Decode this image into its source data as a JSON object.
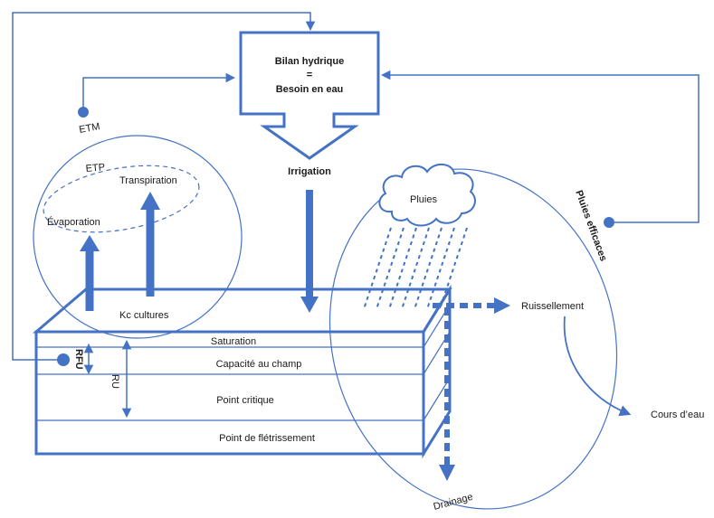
{
  "colors": {
    "line": "#4472C4",
    "text": "#1a1a1a",
    "background": "#ffffff"
  },
  "labels": {
    "bilan_title": "Bilan hydrique",
    "bilan_eq": "=",
    "bilan_sub": "Besoin en eau",
    "etm": "ETM",
    "irrigation": "Irrigation",
    "etp": "ETP",
    "transpiration": "Transpiration",
    "evaporation": "Évaporation",
    "kc_cultures": "Kc  cultures",
    "pluies": "Pluies",
    "pluies_efficaces": "Pluies efficaces",
    "ruissellement": "Ruissellement",
    "cours_eau": "Cours d’eau",
    "drainage": "Drainage",
    "saturation": "Saturation",
    "capacite_champ": "Capacité au champ",
    "point_critique": "Point critique",
    "point_fletrissement": "Point de flétrissement",
    "rfu": "RFU",
    "ru": "RU"
  },
  "icons": [
    "cloud-icon",
    "rain-icon",
    "connector-dot-icon"
  ]
}
